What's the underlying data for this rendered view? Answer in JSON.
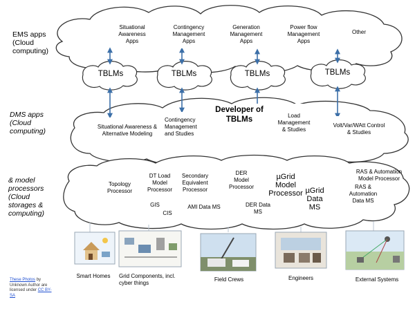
{
  "left_labels": {
    "ems": "EMS apps\n(Cloud\ncomputing)",
    "dms": "DMS apps\n(Cloud\ncomputing)",
    "proc": "& model\nprocessors\n(Cloud\nstorages &\ncomputing)"
  },
  "ems_apps": [
    "Situational\nAwareness\nApps",
    "Contingency\nManagement\nApps",
    "Generation\nManagement\nApps",
    "Power flow\nManagement\nApps",
    "Other"
  ],
  "tblm_label": "TBLMs",
  "developer_label": "Developer of\nTBLMs",
  "dms_apps": [
    "Situational Awareness &\nAlternative Modeling",
    "Contingency\nManagement\nand Studies",
    "Load\nManagement\n& Studies",
    "Volt/Var/WAtt Control\n& Studies"
  ],
  "processors": {
    "topology": "Topology\nProcessor",
    "dt_load": "DT Load\nModel\nProcessor",
    "secondary": "Secondary\nEquivalent\nProcessor",
    "der_model": "DER\nModel\nProcessor",
    "ugrid_model": "µGrid\nModel\nProcessor",
    "ras_model": "RAS & Automation\nModel Processor",
    "gis": "GIS",
    "cis": "CIS",
    "ami": "AMI Data MS",
    "der_data": "DER Data\nMS",
    "ugrid_data": "µGrid\nData\nMS",
    "ras_data": "RAS &\nAutomation\nData MS"
  },
  "bottom_items": [
    "Smart Homes",
    "Grid Components, incl.\ncyber things",
    "Field Crews",
    "Engineers",
    "External Systems"
  ],
  "license": {
    "photos_link": "These Photos",
    "text": "by Unknown Author are licensed under",
    "cc_link": "CC BY-SA"
  },
  "colors": {
    "cloud_stroke": "#333333",
    "cloud_fill": "#ffffff",
    "arrow": "#3c6fa8",
    "photo_border": "#9aa7b4",
    "link": "#1f4fd1"
  }
}
